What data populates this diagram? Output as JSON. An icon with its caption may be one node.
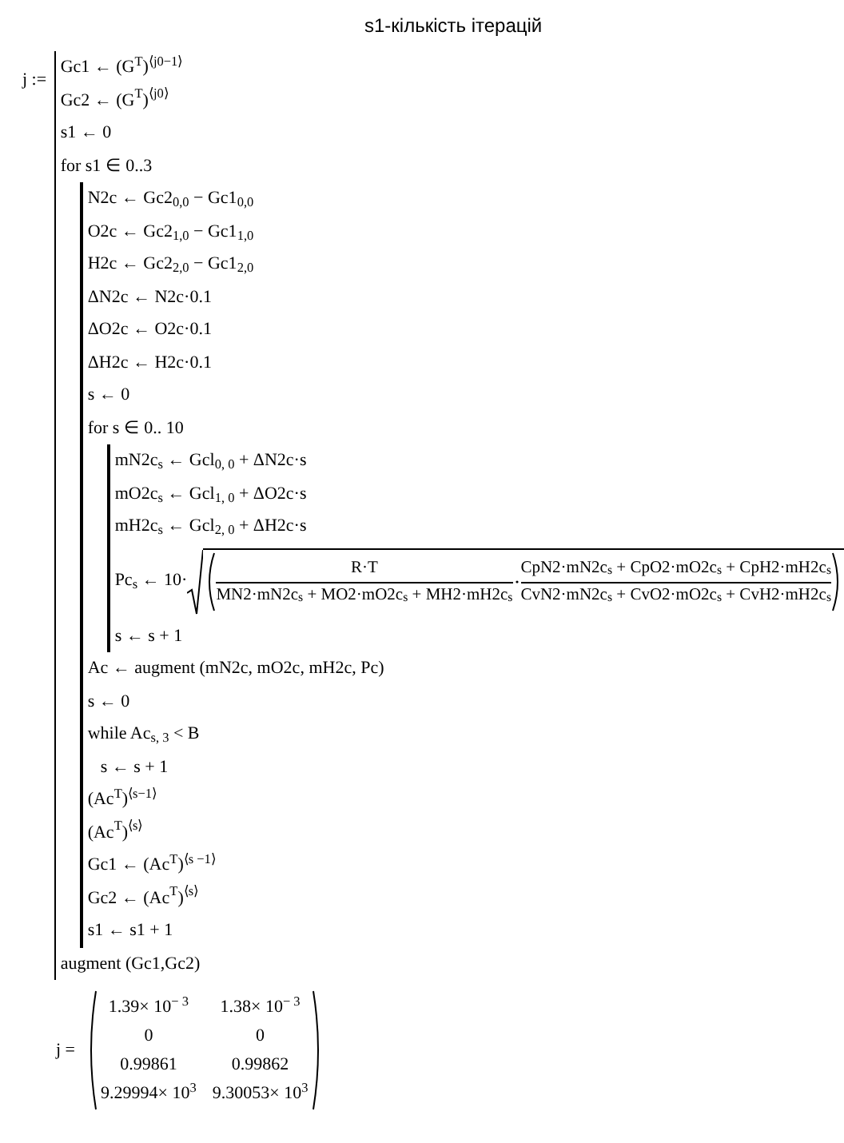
{
  "diagram": {
    "title": "s1-кількість ітерацій",
    "nodes": [
      {
        "text": [
          "Gc1 ← (G$^{T}$)$^{⟨j0−1⟩}$",
          "Gc2 ← (G$^{T}$)$^{⟨j0⟩}$",
          "s1 ← 0",
          "for  s1 ∈ 0..3",
          "augment (Gc1,Gc2)"
        ],
        "beside": [
          "j :="
        ]
      },
      {
        "text": [
          "N2c ← Gc2$_{0,0}$ − Gc1$_{0,0}$",
          "O2c ← Gc2$_{1,0}$ − Gc1$_{1,0}$",
          "H2c ← Gc2$_{2,0}$ − Gc1$_{2,0}$",
          "ΔN2c  ← N2c·0.1",
          "ΔO2c  ← O2c·0.1",
          "ΔH2c  ← H2c·0.1",
          "s ← 0",
          "for  s ∈ 0.. 10",
          "Ac ← augment (mN2c, mO2c, mH2c, Pc)",
          "s ← 0",
          "while Ac$_{s, 3}$ < B",
          "s ← s + 1",
          "(Ac$^{T}$)$^{⟨s−1⟩}$",
          "(Ac$^{T}$)$^{⟨s⟩}$",
          "Gc1 ← (Ac$^{T}$)$^{⟨s −1⟩}$",
          "Gc2 ← (Ac$^{T}$)$^{⟨s⟩}$",
          "s1 ← s1 + 1"
        ],
        "in": 0
      },
      {
        "text": [
          "mN2c$_{s}$ ← Gcl$_{0, 0}$ + ΔN2c·s",
          "mO2c$_{s}$ ← Gcl$_{1, 0}$ + ΔO2c·s",
          "mH2c$_{s}$ ← Gcl$_{2, 0}$ + ΔH2c·s",
          "Pc$_{s}$ ← 10·",
          "R·T",
          "MN2·mN2c$_{s}$ + MO2·mO2c$_{s}$ + MH2·mH2c$_{s}$",
          "CpN2·mN2c$_{s}$ + CpO2·mO2c$_{s}$ + CpH2·mH2c$_{s}$",
          "CvN2·mN2c$_{s}$ + CvO2·mO2c$_{s}$ + CvH2·mH2c$_{s}$",
          "s ← s + 1"
        ],
        "in": 1
      }
    ],
    "labels": [
      "j =",
      "1.39× 10$^{− 3}$",
      "1.38× 10$^{− 3}$",
      "0",
      "0",
      "0.99861",
      "0.99862",
      "9.29994× 10$^{3}$",
      "9.30053× 10$^{3}$"
    ]
  }
}
